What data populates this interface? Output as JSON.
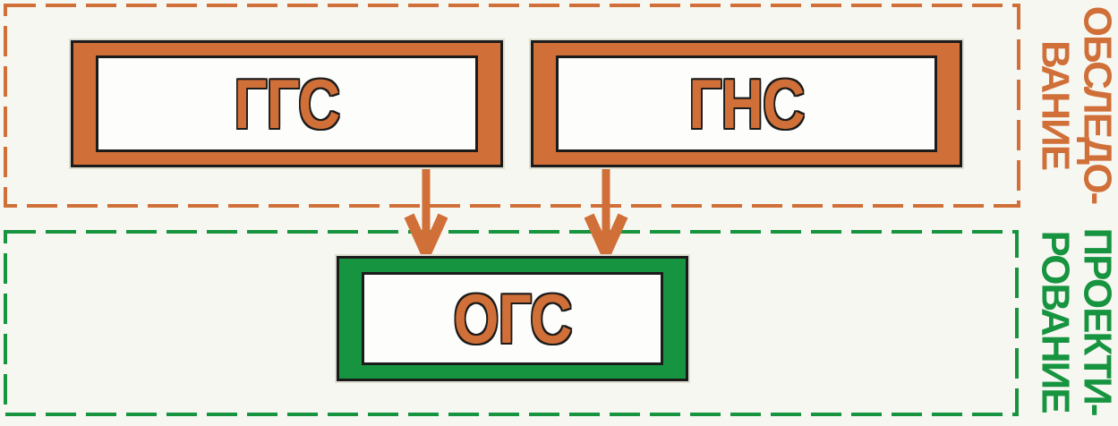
{
  "colors": {
    "background": "#F7F7F2",
    "survey_accent": "#D06F38",
    "design_accent": "#17943F",
    "outline_dark": "#1B1B1B",
    "node_fill": "#FDFDFC",
    "node_label_color": "#D06F38"
  },
  "sections": {
    "survey": {
      "label_line1": "ОБСЛЕДО-",
      "label_line2": "ВАНИЕ"
    },
    "design": {
      "label_line1": "ПРОЕКТИ-",
      "label_line2": "РОВАНИЕ"
    }
  },
  "nodes": {
    "ggs": {
      "label": "ГГС",
      "section": "survey"
    },
    "gns": {
      "label": "ГНС",
      "section": "survey"
    },
    "ogs": {
      "label": "ОГС",
      "section": "design"
    }
  },
  "connections": [
    {
      "from": "ГГС",
      "to": "ОГС"
    },
    {
      "from": "ГНС",
      "to": "ОГС"
    }
  ]
}
